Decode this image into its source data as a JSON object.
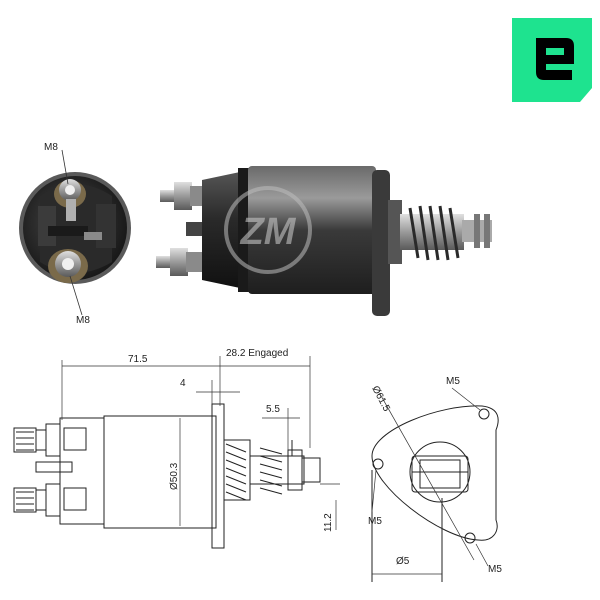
{
  "brand": {
    "badge_color": "#1ee38f",
    "badge_letter": "E",
    "logo_text": "ZM"
  },
  "photo_labels": {
    "top_terminal": "M8",
    "bottom_terminal": "M8"
  },
  "dimensions": {
    "length": "71.5",
    "engaged": "28.2 Engaged",
    "flange": "4",
    "plunger": "5.5",
    "diameter_body": "Ø50.3",
    "offset": "11.2",
    "bolt_circle": "Ø61.5",
    "thread_top": "M5",
    "thread_left": "M5",
    "thread_bottom": "M5",
    "hole": "Ø5"
  },
  "icons": {
    "badge": "brand-e-badge",
    "logo": "zm-watermark"
  }
}
